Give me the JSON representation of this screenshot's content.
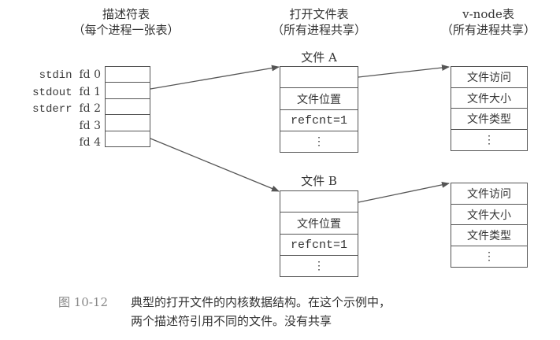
{
  "headers": {
    "descriptor": {
      "title": "描述符表",
      "subtitle": "（每个进程一张表）"
    },
    "open_file": {
      "title": "打开文件表",
      "subtitle": "（所有进程共享）"
    },
    "vnode": {
      "title": "v-node表",
      "subtitle": "（所有进程共享）"
    }
  },
  "descriptor_table": {
    "rows": [
      {
        "stream": "stdin",
        "fd": "fd 0"
      },
      {
        "stream": "stdout",
        "fd": "fd 1"
      },
      {
        "stream": "stderr",
        "fd": "fd 2"
      },
      {
        "stream": "",
        "fd": "fd 3"
      },
      {
        "stream": "",
        "fd": "fd 4"
      }
    ]
  },
  "open_files": [
    {
      "label": "文件 A",
      "cells": [
        "",
        "文件位置",
        "refcnt=1",
        "⋮"
      ]
    },
    {
      "label": "文件 B",
      "cells": [
        "",
        "文件位置",
        "refcnt=1",
        "⋮"
      ]
    }
  ],
  "vnodes": [
    {
      "cells": [
        "文件访问",
        "文件大小",
        "文件类型",
        "⋮"
      ]
    },
    {
      "cells": [
        "文件访问",
        "文件大小",
        "文件类型",
        "⋮"
      ]
    }
  ],
  "edges": [
    {
      "from": "fd 1",
      "to": "文件 A"
    },
    {
      "from": "fd 4",
      "to": "文件 B"
    },
    {
      "from": "文件 A",
      "to": "v-node A"
    },
    {
      "from": "文件 B",
      "to": "v-node B"
    }
  ],
  "caption": {
    "figure_number": "图 10-12",
    "line1": "典型的打开文件的内核数据结构。在这个示例中，",
    "line2": "两个描述符引用不同的文件。没有共享"
  }
}
